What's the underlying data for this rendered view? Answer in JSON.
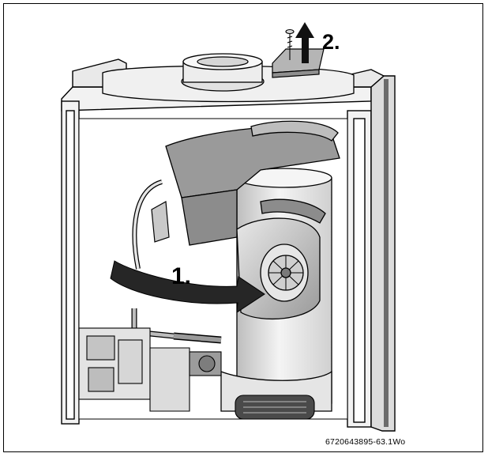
{
  "figure": {
    "step_1_label": "1.",
    "step_2_label": "2.",
    "figure_code": "6720643895-63.1Wo"
  },
  "colors": {
    "line": "#000000",
    "light_fill": "#f2f2f2",
    "mid_fill": "#c9c9c9",
    "dark_fill": "#8c8c8c",
    "arrow_fill": "#262626"
  }
}
